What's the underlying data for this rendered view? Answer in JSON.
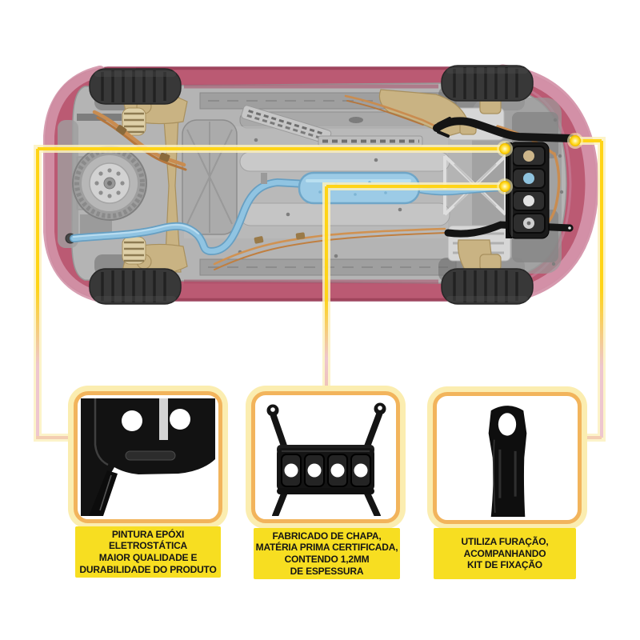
{
  "cards": [
    {
      "caption": "PINTURA EPÓXI\nELETROSTÁTICA\nMAIOR QUALIDADE E\nDURABILIDADE DO PRODUTO"
    },
    {
      "caption": "FABRICADO DE CHAPA,\nMATÉRIA PRIMA CERTIFICADA,\nCONTENDO 1,2MM\nDE ESPESSURA"
    },
    {
      "caption": "UTILIZA FURAÇÃO,\nACOMPANHANDO\nKIT DE FIXAÇÃO"
    }
  ],
  "callouts": {
    "dot_count": 3,
    "icons": [
      "callout-dot",
      "callout-line"
    ]
  },
  "colors": {
    "accent_yellow": "#ffd416",
    "callout_fade_pink": "#eec6cf",
    "caption_bg": "#f7de21",
    "card_border": "#f2b45c",
    "card_glow": "#fbedb0",
    "car_body_pink": "#bb5a73",
    "bumper_light_pink": "#d494aa",
    "underbody_gray": "#b4b4b4",
    "exhaust_blue": "#8cc0e0",
    "suspension_tan": "#c9b383",
    "brake_line_copper": "#c98c50",
    "part_black": "#161616",
    "background": "#ffffff"
  }
}
